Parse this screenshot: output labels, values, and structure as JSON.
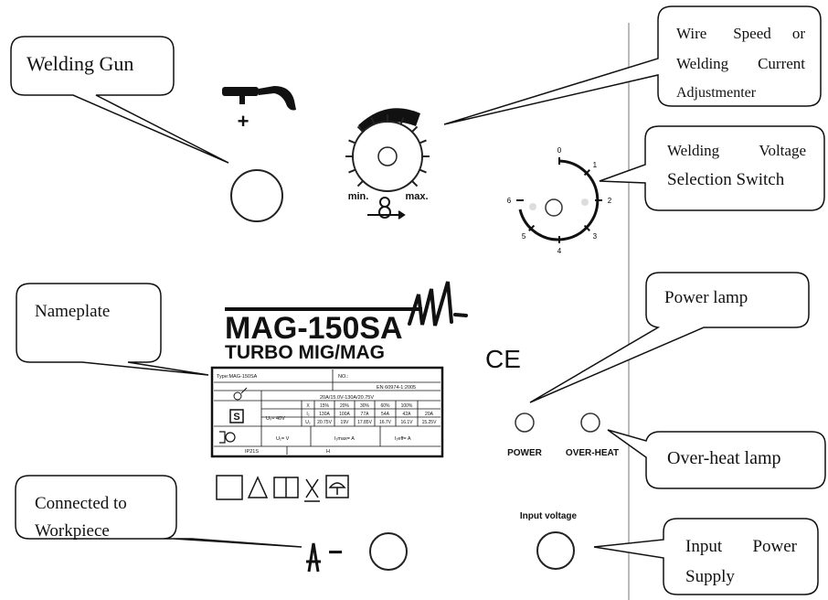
{
  "callouts": {
    "welding_gun": "Welding Gun",
    "wire_speed": [
      "Wire",
      "Speed",
      "or",
      "Welding",
      "Current",
      "Adjustmenter"
    ],
    "voltage_switch": [
      "Welding",
      "Voltage",
      "Selection Switch"
    ],
    "nameplate": "Nameplate",
    "power_lamp": "Power lamp",
    "overheat_lamp": "Over-heat lamp",
    "workpiece": [
      "Connected to",
      "Workpiece"
    ],
    "input_power": [
      "Input",
      "Power",
      "Supply"
    ]
  },
  "panel": {
    "gun_polarity": "+",
    "knob_min": "min.",
    "knob_max": "max.",
    "model": "MAG-150SA",
    "subtitle": "TURBO MIG/MAG",
    "ce_mark": "CE",
    "power_label": "POWER",
    "overheat_label": "OVER-HEAT",
    "input_voltage_label": "Input voltage",
    "clamp_polarity": "−",
    "switch_positions": [
      "0",
      "1",
      "2",
      "3",
      "4",
      "5",
      "6"
    ]
  },
  "nameplate_table": {
    "type_label": "Type:MAG-150SA",
    "no_label": "NO.:",
    "standard": "EN 60974-1:2005",
    "range": "20A/15.0V-130A/20.75V",
    "duty_headers": [
      "X",
      "15%",
      "20%",
      "30%",
      "60%",
      "100%"
    ],
    "i2_row": [
      "I₂",
      "130A",
      "100A",
      "77A",
      "54A",
      "42A",
      "20A"
    ],
    "u2_row": [
      "U₂",
      "20.75V",
      "19V",
      "17.85V",
      "16.7V",
      "16.1V",
      "15.25V"
    ],
    "u0": "U₀= 40V",
    "symbol_s": "S",
    "u1_label": "U₁=   V",
    "i1max_label": "I₁max=   A",
    "i1eff_label": "I₁eff=   A",
    "ip_class": "IP21S",
    "h_class": "H"
  },
  "icon_names": [
    "welding-gun-icon",
    "wire-feed-icon",
    "ce-mark-icon",
    "ground-clamp-icon",
    "warning-icon",
    "manual-icon",
    "bin-icon",
    "umbrella-icon"
  ]
}
